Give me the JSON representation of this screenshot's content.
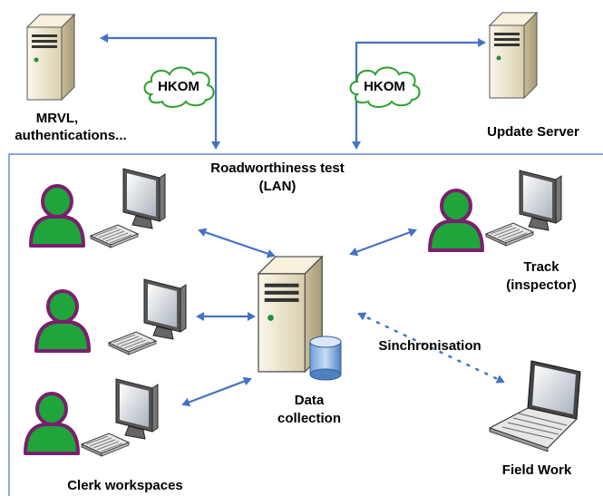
{
  "clouds": [
    {
      "label": "HKOM"
    },
    {
      "label": "HKOM"
    }
  ],
  "labels": {
    "mrvl_line1": "MRVL,",
    "mrvl_line2": "authentications...",
    "update_server": "Update Server",
    "lan_line1": "Roadworthiness test",
    "lan_line2": "(LAN)",
    "track_line1": "Track",
    "track_line2": "(inspector)",
    "data_line1": "Data",
    "data_line2": "collection",
    "sync": "Sinchronisation",
    "field_work": "Field Work",
    "clerk": "Clerk workspaces"
  },
  "colors": {
    "link_blue": "#4472c4",
    "cloud_green": "#2ca02c",
    "person_fill": "#1fa53a",
    "person_outline": "#7a1f6e",
    "server_body": "#efe8d2"
  },
  "icons": [
    "server-icon",
    "cloud-icon",
    "person-icon",
    "monitor-icon",
    "keyboard-icon",
    "database-icon",
    "laptop-icon"
  ]
}
